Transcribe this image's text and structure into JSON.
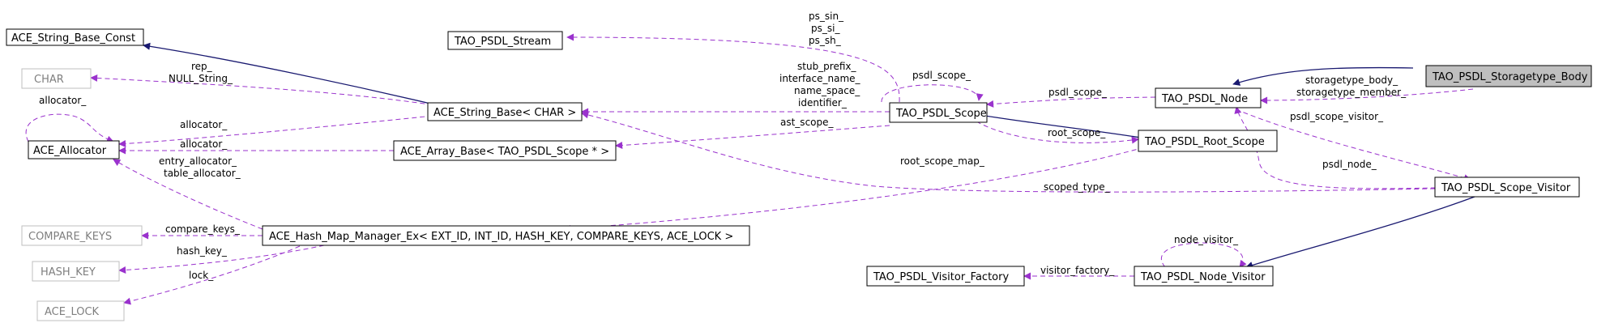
{
  "nodes": {
    "ace_string_base_const": "ACE_String_Base_Const",
    "tao_psdl_stream": "TAO_PSDL_Stream",
    "char": "CHAR",
    "ace_allocator": "ACE_Allocator",
    "ace_string_base": "ACE_String_Base< CHAR >",
    "ace_array_base": "ACE_Array_Base< TAO_PSDL_Scope * >",
    "tao_psdl_scope": "TAO_PSDL_Scope",
    "tao_psdl_node": "TAO_PSDL_Node",
    "tao_psdl_storagetype_body": "TAO_PSDL_Storagetype_Body",
    "tao_psdl_root_scope": "TAO_PSDL_Root_Scope",
    "tao_psdl_scope_visitor": "TAO_PSDL_Scope_Visitor",
    "compare_keys": "COMPARE_KEYS",
    "hash_key": "HASH_KEY",
    "ace_lock": "ACE_LOCK",
    "ace_hash_map_manager": "ACE_Hash_Map_Manager_Ex< EXT_ID, INT_ID, HASH_KEY, COMPARE_KEYS, ACE_LOCK >",
    "tao_psdl_visitor_factory": "TAO_PSDL_Visitor_Factory",
    "tao_psdl_node_visitor": "TAO_PSDL_Node_Visitor"
  },
  "edge_labels": {
    "ps_sin": "ps_sin_",
    "ps_si": "ps_si_",
    "ps_sh": "ps_sh_",
    "rep": "rep_",
    "null_string": "NULL_String_",
    "psdl_scope_self": "psdl_scope_",
    "stub_prefix": "stub_prefix_",
    "interface_name": "interface_name_",
    "name_space": "name_space_",
    "identifier": "identifier_",
    "psdl_scope": "psdl_scope_",
    "storagetype_body": "storagetype_body_",
    "storagetype_member": "storagetype_member_",
    "allocator_self": "allocator_",
    "allocator_1": "allocator_",
    "ast_scope": "ast_scope_",
    "psdl_scope_visitor": "psdl_scope_visitor_",
    "root_scope": "root_scope_",
    "allocator_2": "allocator_",
    "entry_allocator": "entry_allocator_",
    "table_allocator": "table_allocator_",
    "root_scope_map": "root_scope_map_",
    "psdl_node": "psdl_node_",
    "scoped_type": "scoped_type_",
    "compare_keys": "compare_keys_",
    "hash_key": "hash_key_",
    "node_visitor": "node_visitor_",
    "lock": "lock_",
    "visitor_factory": "visitor_factory_"
  },
  "colors": {
    "inheritance_edge": "#191970",
    "usage_edge": "#9a32cd",
    "focus_node_fill": "#bfbfbf",
    "undocumented_border": "#bfbfbf"
  }
}
